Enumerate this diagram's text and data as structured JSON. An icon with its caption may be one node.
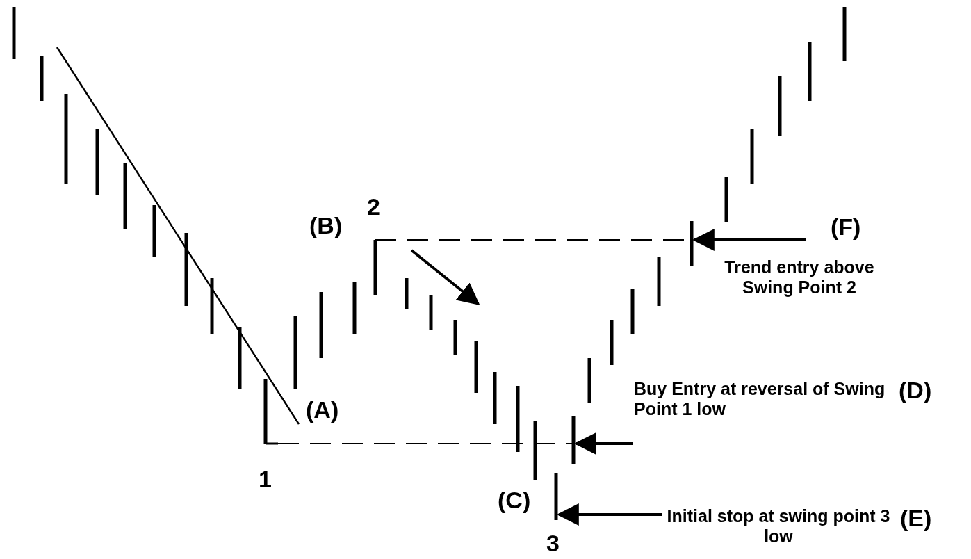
{
  "diagram": {
    "nodes": [
      {
        "text": [
          "Trend entry above Swing Point 2"
        ],
        "beside": [
          "(F)"
        ]
      },
      {
        "text": [],
        "shape": "bar"
      },
      {
        "text": [
          "Buy Entry at reversal of Swing Point 1 low"
        ],
        "beside": [
          "(D)"
        ]
      },
      {
        "text": [],
        "shape": "bar"
      },
      {
        "text": [
          "Initial stop at swing point 3 low"
        ],
        "beside": [
          "(E)"
        ]
      },
      {
        "text": [],
        "shape": "bar"
      }
    ],
    "edges": [
      {
        "from": 0,
        "to": 1,
        "arrow": "to"
      },
      {
        "from": 2,
        "to": 3,
        "arrow": "to"
      },
      {
        "from": 4,
        "to": 5,
        "arrow": "to"
      }
    ],
    "labels": [
      "2",
      "(B)",
      "(A)",
      "1",
      "(C)",
      "3"
    ]
  }
}
